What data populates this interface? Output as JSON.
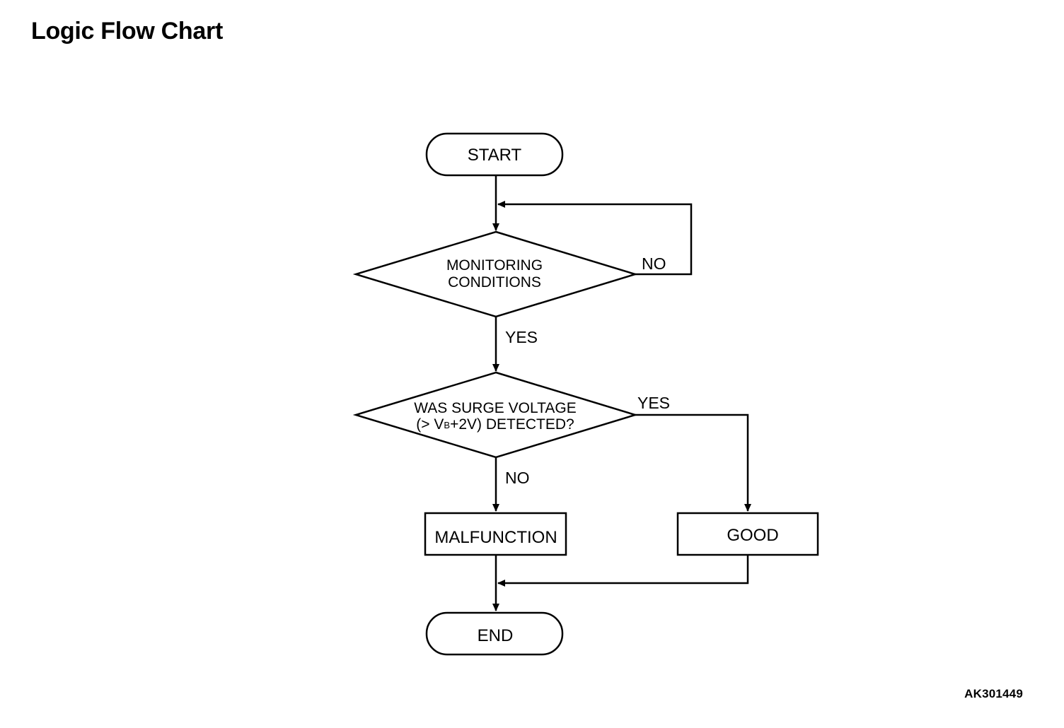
{
  "page": {
    "title": "Logic Flow Chart",
    "figure_id": "AK301449"
  },
  "flowchart": {
    "nodes": {
      "start": {
        "label": "START"
      },
      "monitoring": {
        "line1": "MONITORING",
        "line2": "CONDITIONS"
      },
      "surge": {
        "line1": "WAS SURGE VOLTAGE",
        "line2_prefix": "(> V",
        "line2_subscript": "B",
        "line2_suffix": "+2V) DETECTED?"
      },
      "malfunction": {
        "label": "MALFUNCTION"
      },
      "good": {
        "label": "GOOD"
      },
      "end": {
        "label": "END"
      }
    },
    "branches": {
      "monitoring_no": "NO",
      "monitoring_yes": "YES",
      "surge_yes": "YES",
      "surge_no": "NO"
    }
  }
}
